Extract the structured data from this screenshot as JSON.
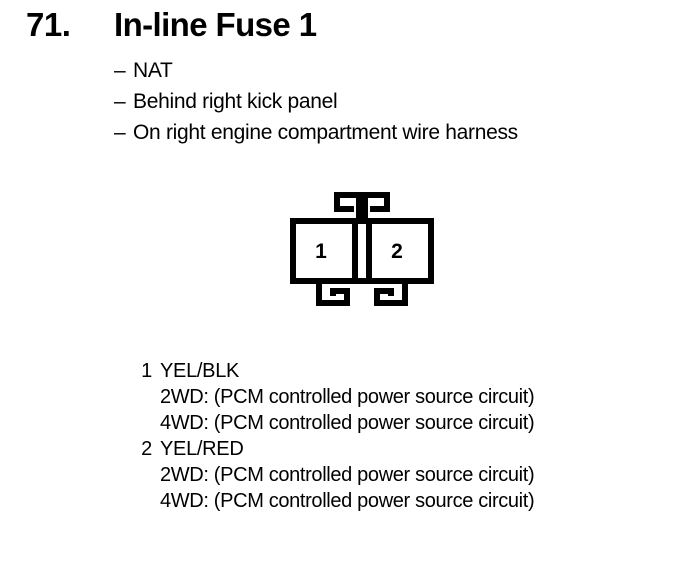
{
  "page": {
    "background_color": "#ffffff",
    "ink_color": "#000000"
  },
  "header": {
    "number": "71.",
    "title": "In-line Fuse 1"
  },
  "notes": {
    "dash": "–",
    "items": [
      {
        "text": "NAT"
      },
      {
        "text": "Behind right kick panel"
      },
      {
        "text": "On right engine compartment wire harness"
      }
    ]
  },
  "connector": {
    "name": "two-cavity-inline-connector",
    "cavity_labels": [
      "1",
      "2"
    ],
    "top_latch": "t-shaped-latch-tab",
    "bottom_tabs": [
      "hook-tab-left",
      "hook-tab-right"
    ],
    "stroke_color": "#000000",
    "stroke_width": 6
  },
  "pins": [
    {
      "number": "1",
      "color": "YEL/BLK",
      "details": [
        "2WD: (PCM controlled power source circuit)",
        "4WD: (PCM controlled power source circuit)"
      ]
    },
    {
      "number": "2",
      "color": "YEL/RED",
      "details": [
        "2WD: (PCM controlled power source circuit)",
        "4WD: (PCM controlled power source circuit)"
      ]
    }
  ]
}
